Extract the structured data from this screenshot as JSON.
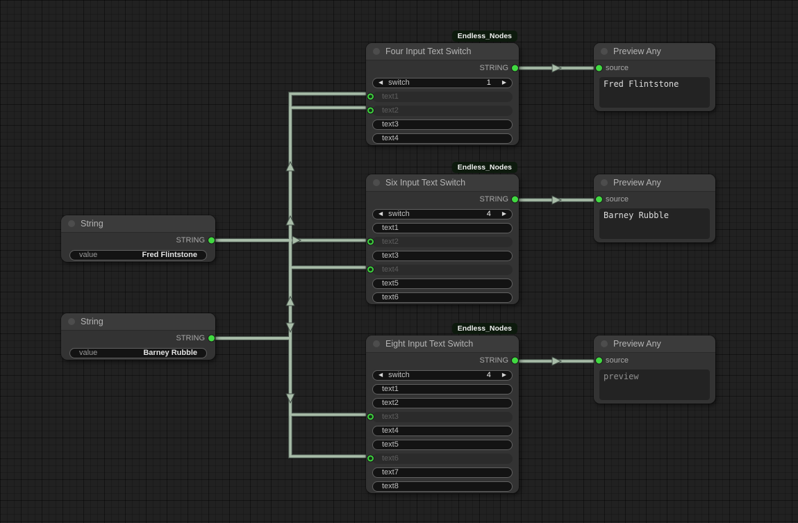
{
  "badge": "Endless_Nodes",
  "icons": {
    "prev": "◀",
    "next": "▶"
  },
  "colors": {
    "canvas_bg": "#212121",
    "node_body": "#333333",
    "node_header": "#3b3b3b",
    "wire": "#a9bda9",
    "port_green": "#41d941",
    "badge_bg": "#0d1a0d",
    "widget_bg": "#131313",
    "preview_bg": "#232323"
  },
  "nodes": {
    "string_fred": {
      "title": "String",
      "output_label": "STRING",
      "widget": {
        "label": "value",
        "value": "Fred Flintstone"
      }
    },
    "string_barney": {
      "title": "String",
      "output_label": "STRING",
      "widget": {
        "label": "value",
        "value": "Barney Rubble"
      }
    },
    "switch_four": {
      "title": "Four Input Text Switch",
      "output_label": "STRING",
      "switch": {
        "label": "switch",
        "value": "1"
      },
      "rows": [
        {
          "label": "text1",
          "connected": true
        },
        {
          "label": "text2",
          "connected": true
        },
        {
          "label": "text3",
          "connected": false
        },
        {
          "label": "text4",
          "connected": false
        }
      ]
    },
    "switch_six": {
      "title": "Six Input Text Switch",
      "output_label": "STRING",
      "switch": {
        "label": "switch",
        "value": "4"
      },
      "rows": [
        {
          "label": "text1",
          "connected": false
        },
        {
          "label": "text2",
          "connected": true
        },
        {
          "label": "text3",
          "connected": false
        },
        {
          "label": "text4",
          "connected": true
        },
        {
          "label": "text5",
          "connected": false
        },
        {
          "label": "text6",
          "connected": false
        }
      ]
    },
    "switch_eight": {
      "title": "Eight Input Text Switch",
      "output_label": "STRING",
      "switch": {
        "label": "switch",
        "value": "4"
      },
      "rows": [
        {
          "label": "text1",
          "connected": false
        },
        {
          "label": "text2",
          "connected": false
        },
        {
          "label": "text3",
          "connected": true
        },
        {
          "label": "text4",
          "connected": false
        },
        {
          "label": "text5",
          "connected": false
        },
        {
          "label": "text6",
          "connected": true
        },
        {
          "label": "text7",
          "connected": false
        },
        {
          "label": "text8",
          "connected": false
        }
      ]
    },
    "preview_fred": {
      "title": "Preview Any",
      "input_label": "source",
      "text": "Fred Flintstone"
    },
    "preview_barney": {
      "title": "Preview Any",
      "input_label": "source",
      "text": "Barney Rubble"
    },
    "preview_empty": {
      "title": "Preview Any",
      "input_label": "source",
      "text": "preview"
    }
  }
}
